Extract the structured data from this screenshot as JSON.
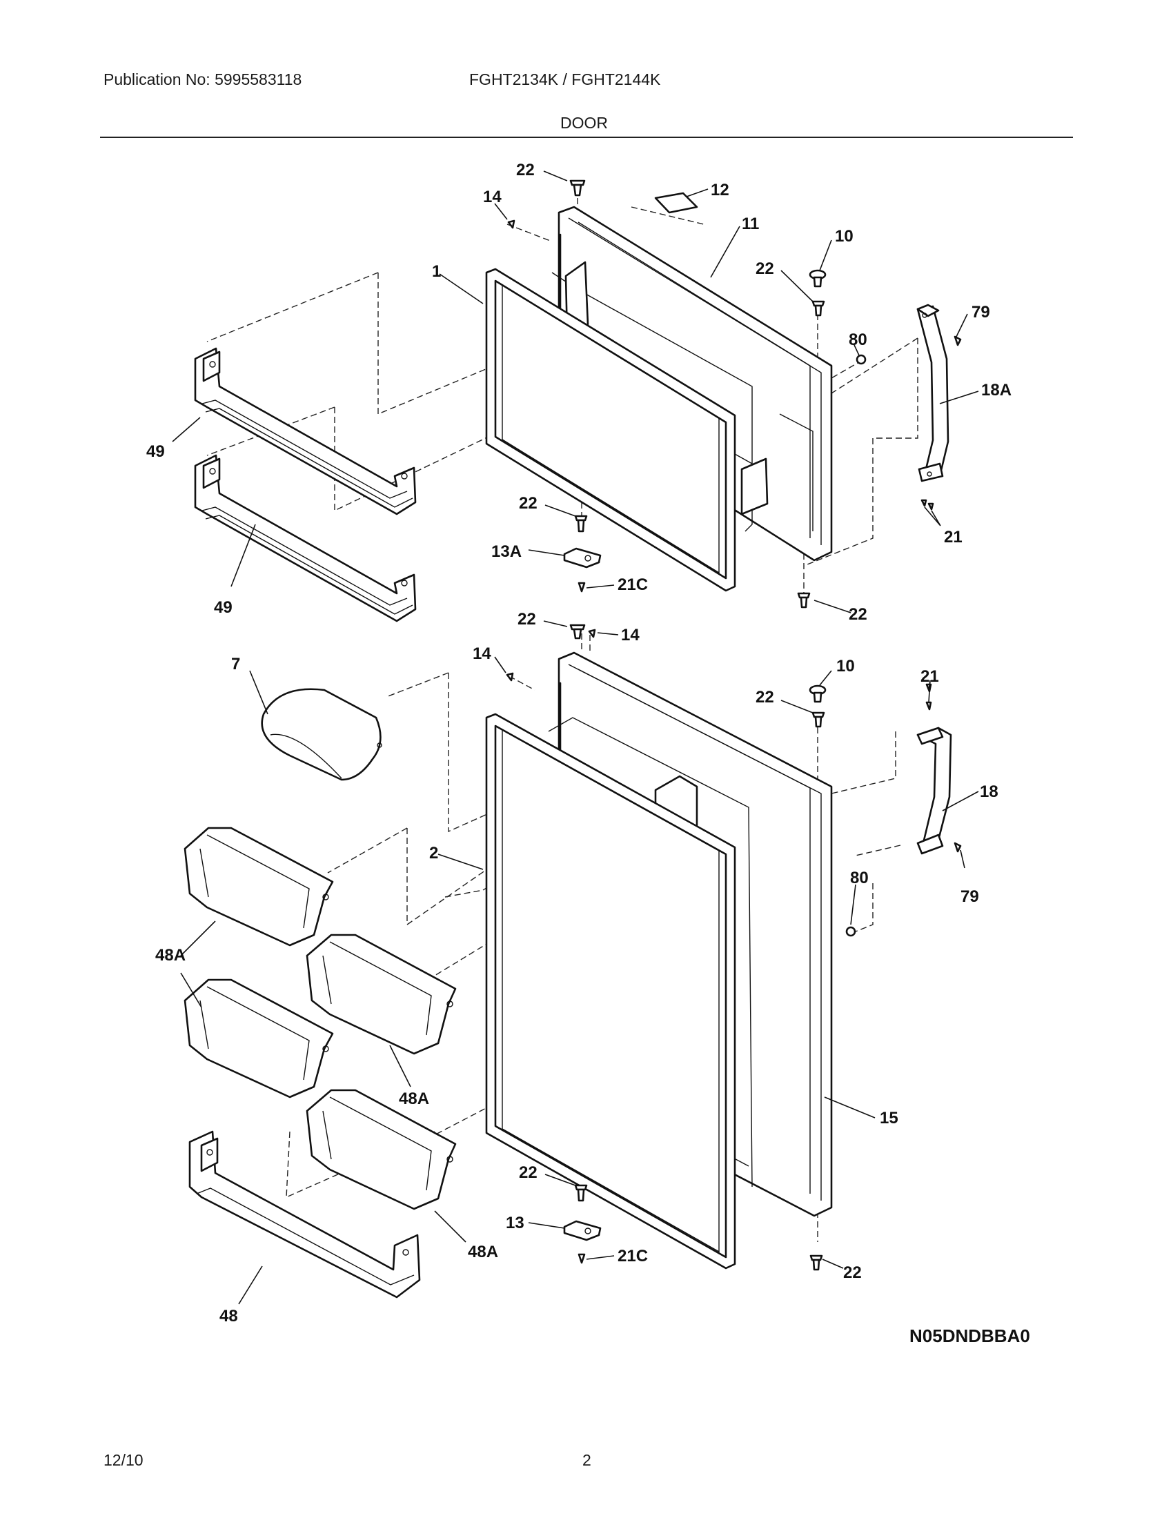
{
  "header": {
    "publication": "Publication No: 5995583118",
    "models": "FGHT2134K / FGHT2144K",
    "section": "DOOR"
  },
  "footer": {
    "date": "12/10",
    "page": "2"
  },
  "diagram_code": "N05DNDBBA0",
  "callouts": {
    "c22_top": "22",
    "c12": "12",
    "c14_top": "14",
    "c11": "11",
    "c10_top": "10",
    "c1": "1",
    "c22_upper_right": "22",
    "c79_top": "79",
    "c80_top": "80",
    "c18A": "18A",
    "c49_a": "49",
    "c22_upper_hinge": "22",
    "c21_top": "21",
    "c13A": "13A",
    "c21C_top": "21C",
    "c49_b": "49",
    "c22_upper_bottom": "22",
    "c22_mid": "22",
    "c14_mid_right": "14",
    "c14_mid_left": "14",
    "c10_mid": "10",
    "c7": "7",
    "c22_lower_right": "22",
    "c21_mid": "21",
    "c18": "18",
    "c2": "2",
    "c80_mid": "80",
    "c79_mid": "79",
    "c48A_a": "48A",
    "c48A_b": "48A",
    "c15": "15",
    "c22_lower_hinge": "22",
    "c13": "13",
    "c48A_c": "48A",
    "c21C_bottom": "21C",
    "c22_bottom": "22",
    "c48": "48"
  }
}
